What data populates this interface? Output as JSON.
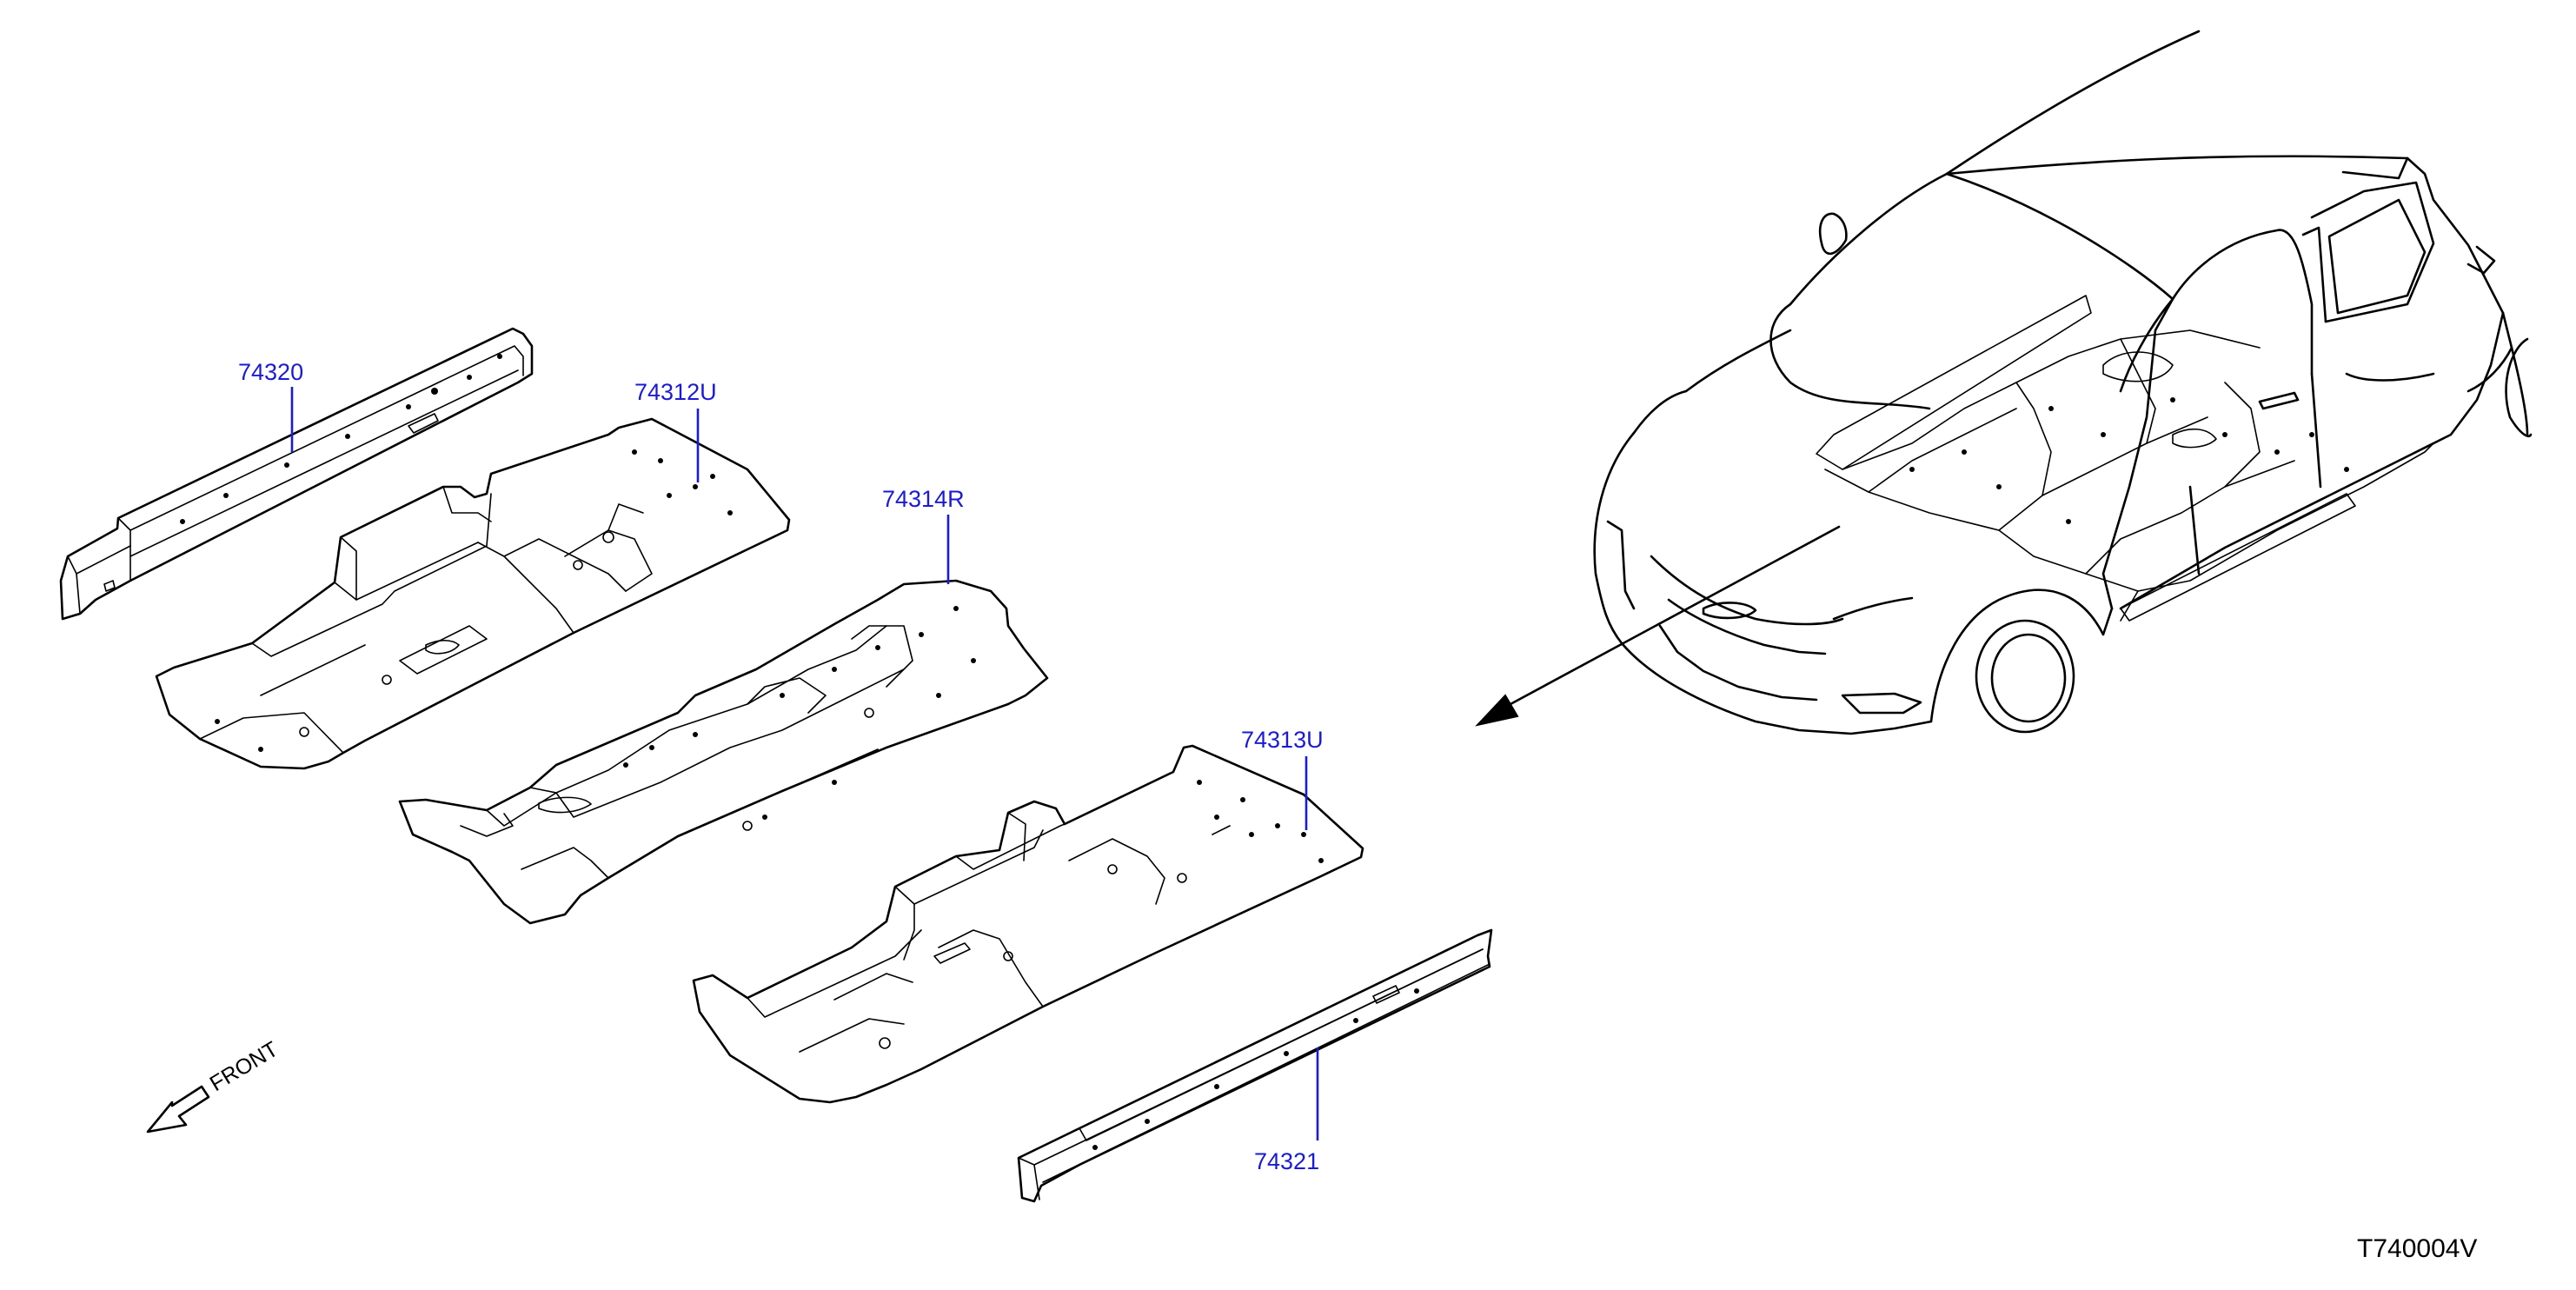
{
  "diagram": {
    "parts": [
      {
        "id": "p74320",
        "label": "74320"
      },
      {
        "id": "p74312U",
        "label": "74312U"
      },
      {
        "id": "p74314R",
        "label": "74314R"
      },
      {
        "id": "p74313U",
        "label": "74313U"
      },
      {
        "id": "p74321",
        "label": "74321"
      }
    ],
    "front_label": "FRONT",
    "diagram_code": "T740004V",
    "colors": {
      "callout": "#1a1ad8",
      "line": "#000000",
      "background": "#ffffff"
    },
    "icons": [
      "front-arrow-icon",
      "direction-arrow-icon"
    ]
  }
}
